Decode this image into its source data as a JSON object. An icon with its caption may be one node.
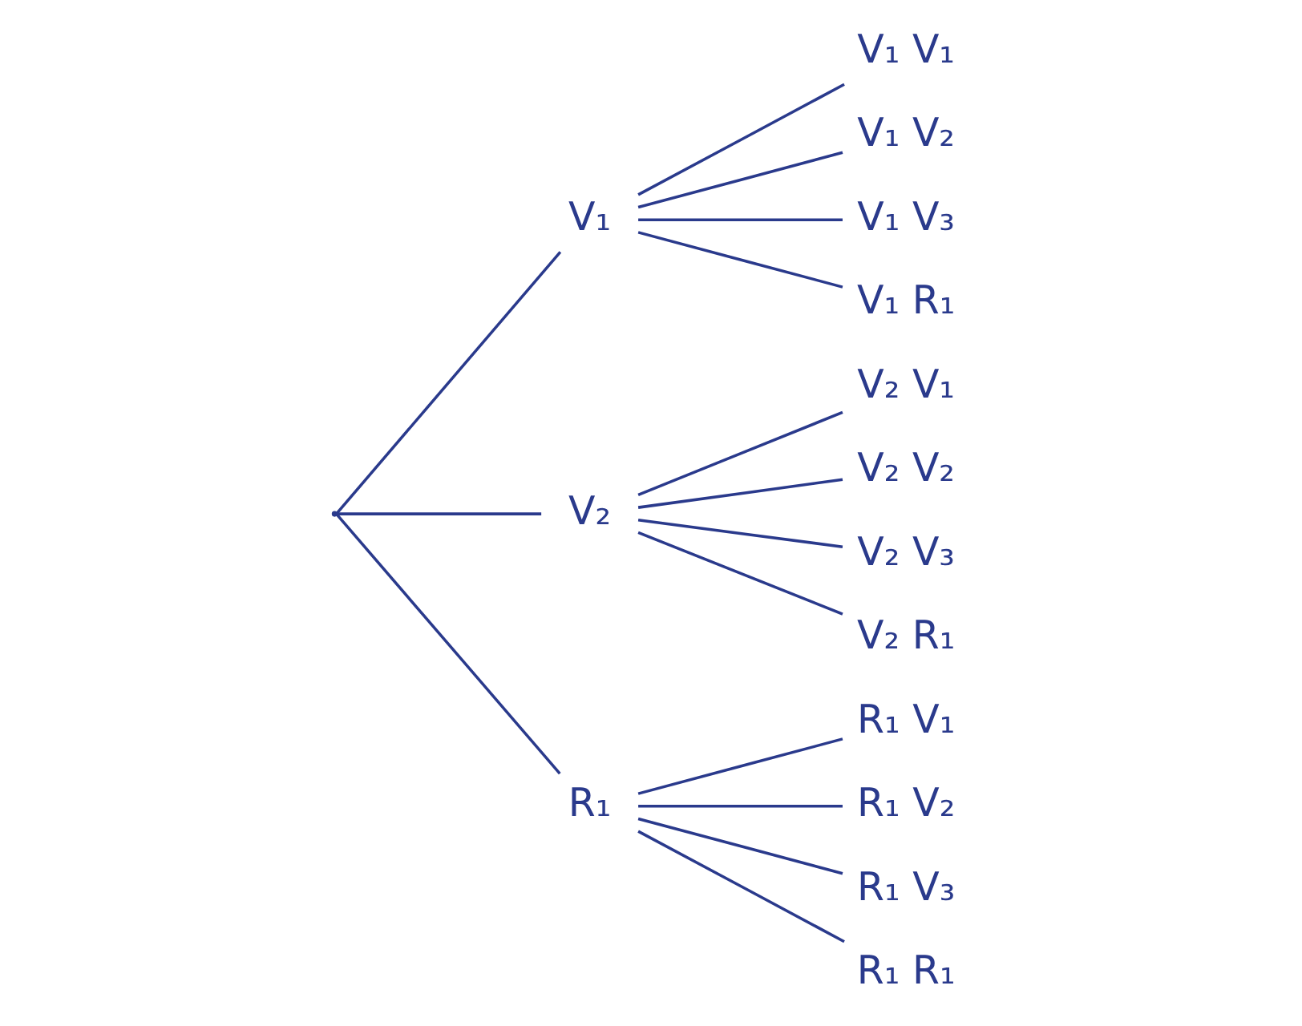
{
  "diagram": {
    "nodes": [
      {
        "text": [],
        "shape": "point"
      },
      {
        "text": [
          "V₁"
        ]
      },
      {
        "text": [
          "V₂"
        ]
      },
      {
        "text": [
          "R₁"
        ]
      },
      {
        "text": [
          "V₁ V₁"
        ]
      },
      {
        "text": [
          "V₁ V₂"
        ]
      },
      {
        "text": [
          "V₁ V₃"
        ]
      },
      {
        "text": [
          "V₁ R₁"
        ]
      },
      {
        "text": [
          "V₂ V₁"
        ]
      },
      {
        "text": [
          "V₂ V₂"
        ]
      },
      {
        "text": [
          "V₂ V₃"
        ]
      },
      {
        "text": [
          "V₂ R₁"
        ]
      },
      {
        "text": [
          "R₁ V₁"
        ]
      },
      {
        "text": [
          "R₁ V₂"
        ]
      },
      {
        "text": [
          "R₁ V₃"
        ]
      },
      {
        "text": [
          "R₁ R₁"
        ]
      }
    ],
    "edges": [
      {
        "from": 0,
        "to": 1,
        "arrow": "none"
      },
      {
        "from": 0,
        "to": 2,
        "arrow": "none"
      },
      {
        "from": 0,
        "to": 3,
        "arrow": "none"
      },
      {
        "from": 1,
        "to": 4,
        "arrow": "none"
      },
      {
        "from": 1,
        "to": 5,
        "arrow": "none"
      },
      {
        "from": 1,
        "to": 6,
        "arrow": "none"
      },
      {
        "from": 1,
        "to": 7,
        "arrow": "none"
      },
      {
        "from": 2,
        "to": 8,
        "arrow": "none"
      },
      {
        "from": 2,
        "to": 9,
        "arrow": "none"
      },
      {
        "from": 2,
        "to": 10,
        "arrow": "none"
      },
      {
        "from": 2,
        "to": 11,
        "arrow": "none"
      },
      {
        "from": 3,
        "to": 12,
        "arrow": "none"
      },
      {
        "from": 3,
        "to": 13,
        "arrow": "none"
      },
      {
        "from": 3,
        "to": 14,
        "arrow": "none"
      },
      {
        "from": 3,
        "to": 15,
        "arrow": "none"
      }
    ]
  }
}
